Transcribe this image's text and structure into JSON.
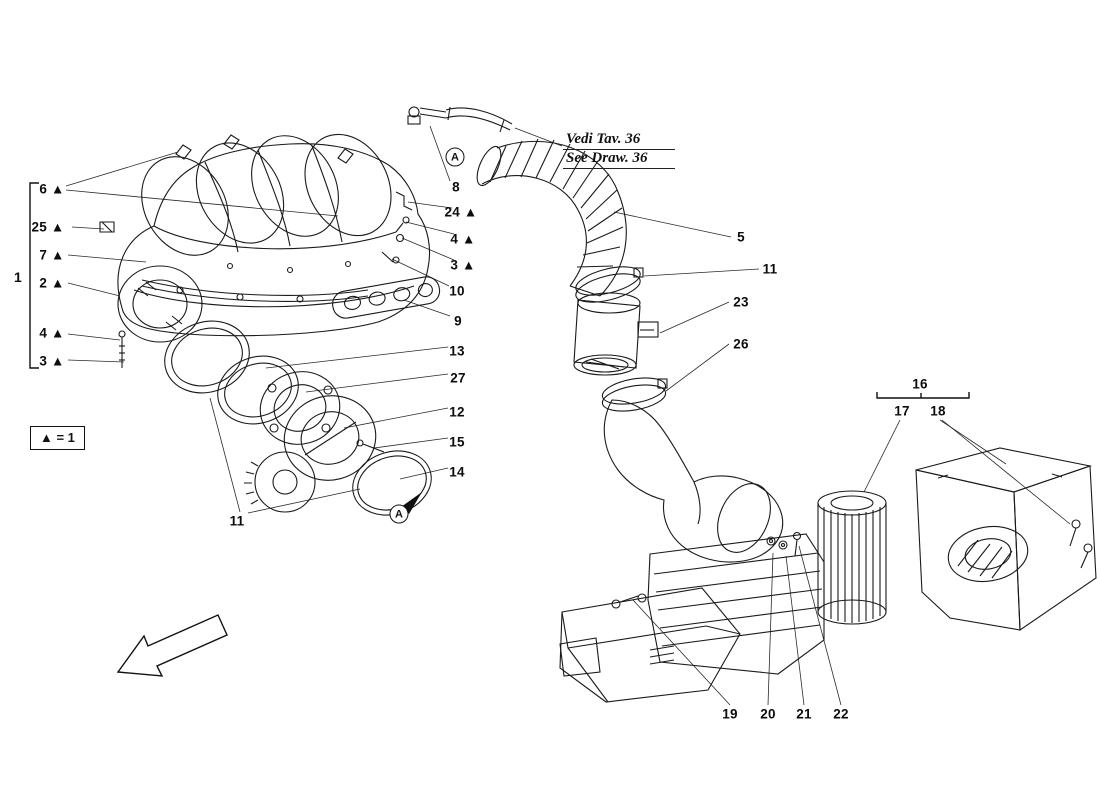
{
  "page": {
    "kind": "exploded-parts-diagram",
    "subject": "air intake / intake manifold assembly"
  },
  "legend": {
    "label": "▲ = 1"
  },
  "note": {
    "line1": "Vedi Tav. 36",
    "line2": "See Draw. 36"
  },
  "view_markers": [
    {
      "label": "A"
    },
    {
      "label": "A"
    }
  ],
  "group_bracket_label": "1",
  "filter_group_label": "16",
  "callouts": {
    "left": [
      {
        "label": "6 ▲"
      },
      {
        "label": "25 ▲"
      },
      {
        "label": "7 ▲"
      },
      {
        "label": "2 ▲"
      },
      {
        "label": "4 ▲"
      },
      {
        "label": "3 ▲"
      }
    ],
    "middle": [
      {
        "label": "8"
      },
      {
        "label": "24 ▲"
      },
      {
        "label": "4 ▲"
      },
      {
        "label": "3 ▲"
      },
      {
        "label": "10"
      },
      {
        "label": "9"
      },
      {
        "label": "13"
      },
      {
        "label": "27"
      },
      {
        "label": "12"
      },
      {
        "label": "15"
      },
      {
        "label": "14"
      },
      {
        "label": "11"
      }
    ],
    "right": [
      {
        "label": "5"
      },
      {
        "label": "11"
      },
      {
        "label": "23"
      },
      {
        "label": "26"
      }
    ],
    "filter_group": {
      "parent": "16",
      "children": [
        {
          "label": "17"
        },
        {
          "label": "18"
        }
      ]
    },
    "bottom": [
      {
        "label": "19"
      },
      {
        "label": "20"
      },
      {
        "label": "21"
      },
      {
        "label": "22"
      }
    ]
  },
  "colors": {
    "line": "#1a1a1a",
    "text": "#0d0d0d",
    "background": "#ffffff"
  }
}
